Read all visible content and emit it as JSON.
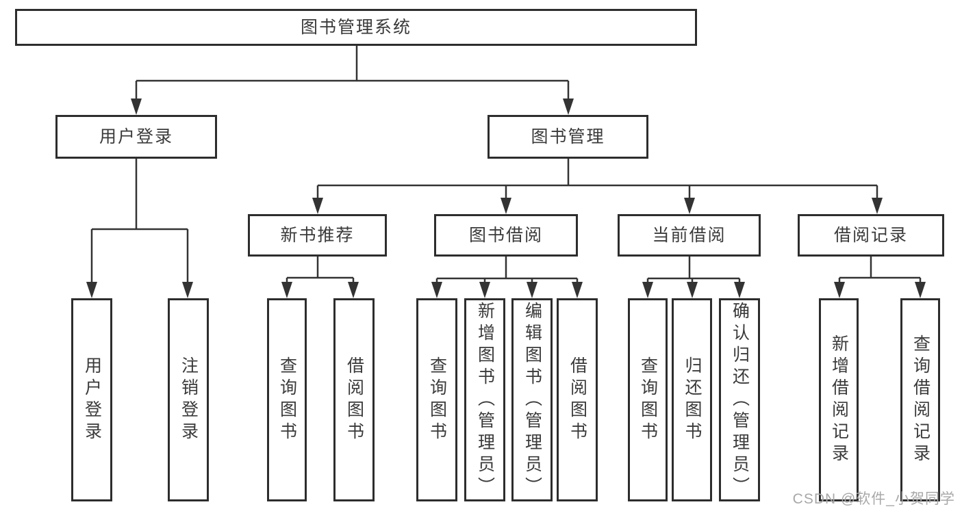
{
  "diagram": {
    "type": "hierarchy-diagram",
    "title": "图书管理系统",
    "watermark": "CSDN @软件_小贺同学",
    "colors": {
      "background": "#ffffff",
      "box_border": "#2d2d2d",
      "connector": "#333333",
      "text": "#3a3a3a",
      "watermark": "#a8a8a8"
    },
    "nodes": {
      "root": {
        "label": "图书管理系统",
        "level": 1
      },
      "user_login": {
        "label": "用户登录",
        "level": 2
      },
      "book_mgmt": {
        "label": "图书管理",
        "level": 2
      },
      "new_book_rec": {
        "label": "新书推荐",
        "level": 3
      },
      "book_borrow": {
        "label": "图书借阅",
        "level": 3
      },
      "current_borrow": {
        "label": "当前借阅",
        "level": 3
      },
      "borrow_records": {
        "label": "借阅记录",
        "level": 3
      },
      "leaf_user_login": {
        "label": "用户登录",
        "level": 4
      },
      "leaf_logout": {
        "label": "注销登录",
        "level": 4
      },
      "leaf_query_books_rec": {
        "label": "查询图书",
        "level": 4
      },
      "leaf_borrow_books_rec": {
        "label": "借阅图书",
        "level": 4
      },
      "leaf_query_books_bor": {
        "label": "查询图书",
        "level": 4
      },
      "leaf_add_books": {
        "label": "新增图书（管理员）",
        "level": 4
      },
      "leaf_edit_books": {
        "label": "编辑图书（管理员）",
        "level": 4
      },
      "leaf_borrow_books": {
        "label": "借阅图书",
        "level": 4
      },
      "leaf_query_books_cur": {
        "label": "查询图书",
        "level": 4
      },
      "leaf_return_books": {
        "label": "归还图书",
        "level": 4
      },
      "leaf_confirm_return": {
        "label": "确认归还（管理员）",
        "level": 4
      },
      "leaf_add_record": {
        "label": "新增借阅记录",
        "level": 4
      },
      "leaf_query_record": {
        "label": "查询借阅记录",
        "level": 4
      }
    },
    "edges": [
      [
        "root",
        "user_login"
      ],
      [
        "root",
        "book_mgmt"
      ],
      [
        "user_login",
        "leaf_user_login"
      ],
      [
        "user_login",
        "leaf_logout"
      ],
      [
        "book_mgmt",
        "new_book_rec"
      ],
      [
        "book_mgmt",
        "book_borrow"
      ],
      [
        "book_mgmt",
        "current_borrow"
      ],
      [
        "book_mgmt",
        "borrow_records"
      ],
      [
        "new_book_rec",
        "leaf_query_books_rec"
      ],
      [
        "new_book_rec",
        "leaf_borrow_books_rec"
      ],
      [
        "book_borrow",
        "leaf_query_books_bor"
      ],
      [
        "book_borrow",
        "leaf_add_books"
      ],
      [
        "book_borrow",
        "leaf_edit_books"
      ],
      [
        "book_borrow",
        "leaf_borrow_books"
      ],
      [
        "current_borrow",
        "leaf_query_books_cur"
      ],
      [
        "current_borrow",
        "leaf_return_books"
      ],
      [
        "current_borrow",
        "leaf_confirm_return"
      ],
      [
        "borrow_records",
        "leaf_add_record"
      ],
      [
        "borrow_records",
        "leaf_query_record"
      ]
    ]
  }
}
